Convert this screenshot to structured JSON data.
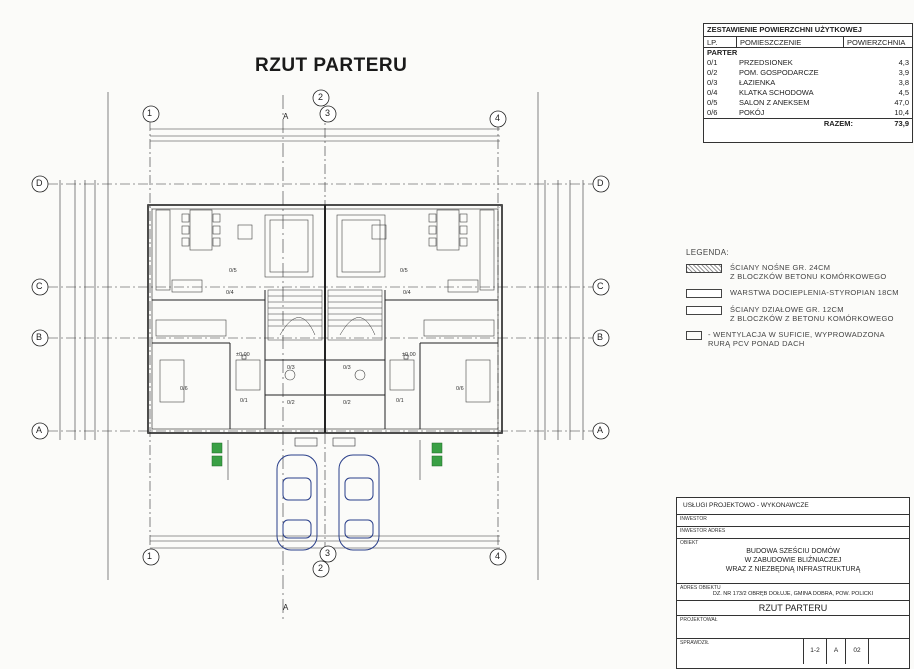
{
  "drawing_title": "RZUT PARTERU",
  "area_table": {
    "heading": "ZESTAWIENIE POWIERZCHNI UŻYTKOWEJ",
    "columns": [
      "LP.",
      "POMIESZCZENIE",
      "POWIERZCHNIA"
    ],
    "section": "PARTER",
    "rows": [
      {
        "lp": "0/1",
        "name": "PRZEDSIONEK",
        "area": "4,3"
      },
      {
        "lp": "0/2",
        "name": "POM. GOSPODARCZE",
        "area": "3,9"
      },
      {
        "lp": "0/3",
        "name": "ŁAZIENKA",
        "area": "3,8"
      },
      {
        "lp": "0/4",
        "name": "KLATKA SCHODOWA",
        "area": "4,5"
      },
      {
        "lp": "0/5",
        "name": "SALON Z ANEKSEM",
        "area": "47,0"
      },
      {
        "lp": "0/6",
        "name": "POKÓJ",
        "area": "10,4"
      }
    ],
    "total_label": "RAZEM:",
    "total_value": "73,9"
  },
  "legend": {
    "title": "LEGENDA:",
    "items": [
      {
        "text1": "ŚCIANY NOŚNE GR. 24CM",
        "text2": "Z BLOCZKÓW BETONU KOMÓRKOWEGO"
      },
      {
        "text1": "WARSTWA DOCIEPLENIA-STYROPIAN 18CM",
        "text2": ""
      },
      {
        "text1": "ŚCIANY DZIAŁOWE GR. 12CM",
        "text2": "Z BLOCZKÓW Z BETONU KOMÓRKOWEGO"
      },
      {
        "text1": "- WENTYLACJA W SUFICIE, WYPROWADZONA",
        "text2": "RURĄ PCV PONAD DACH"
      }
    ]
  },
  "grid": {
    "cols": [
      "1",
      "2",
      "3",
      "4"
    ],
    "rows": [
      "D",
      "C",
      "B",
      "A"
    ],
    "section_marks": [
      "A",
      "A"
    ]
  },
  "title_block": {
    "company": "USŁUGI PROJEKTOWO - WYKONAWCZE",
    "project_line1": "BUDOWA SZEŚCIU DOMÓW",
    "project_line2": "W ZABUDOWIE BLIŹNIACZEJ",
    "project_line3": "WRAZ Z NIEZBĘDNĄ INFRASTRUKTURĄ",
    "location": "DZ. NR 173/2  OBRĘB DOŁUJE, GMINA DOBRA, POW. POLICKI",
    "sheet_title": "RZUT PARTERU",
    "sheet_no": "1-2",
    "format": "A",
    "drawing_no": "02",
    "labels": [
      "INWESTOR",
      "INWESTOR ADRES",
      "OBIEKT",
      "ADRES OBIEKTU",
      "PROJEKTOWAŁ",
      "SPRAWDZIŁ"
    ]
  },
  "room_labels": [
    "0/5",
    "0/4",
    "0/3",
    "0/2",
    "0/1",
    "0/6",
    "0/5",
    "0/4",
    "0/3",
    "0/2",
    "0/1",
    "0/6"
  ],
  "ground_levels": [
    "±0,00",
    "±0,00"
  ]
}
